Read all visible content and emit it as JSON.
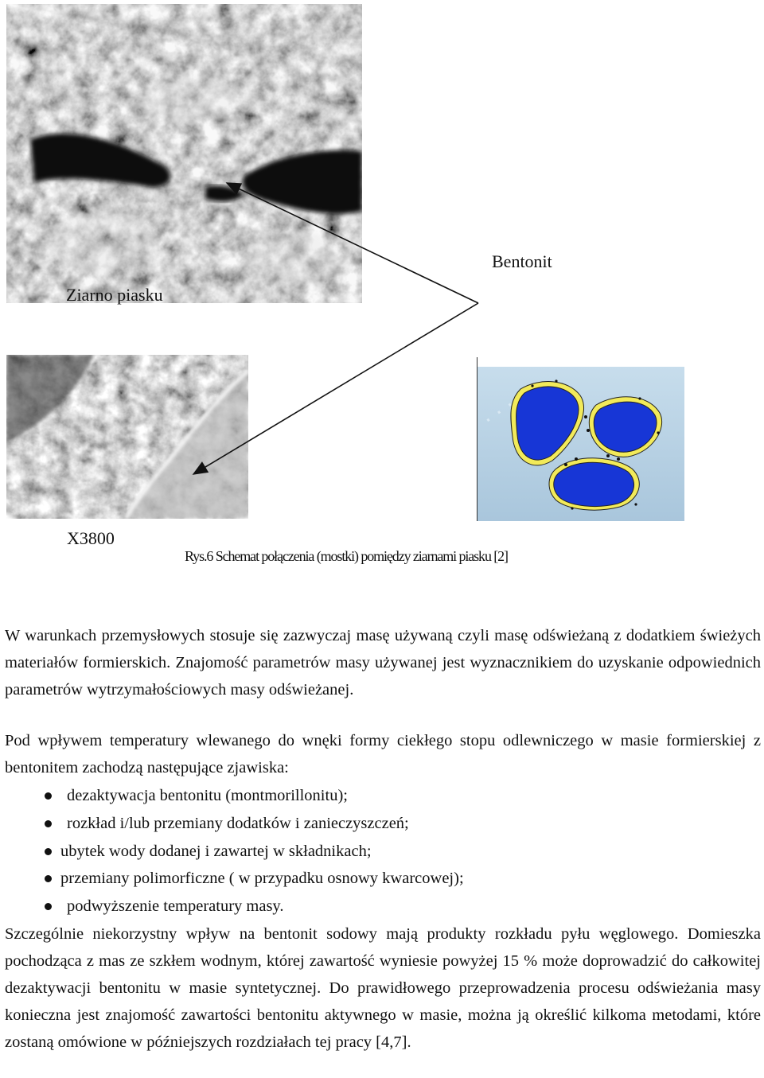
{
  "figure": {
    "label_bentonit": "Bentonit",
    "label_ziarno": "Ziarno piasku",
    "magnification": "X3800",
    "caption": "Rys.6 Schemat połączenia (mostki) pomiędzy ziarnami piasku [2]",
    "colors": {
      "grain_blue": "#1736d6",
      "bentonite_yellow": "#f2ea5a",
      "schematic_bg": "#bcd6e8"
    }
  },
  "body": {
    "paragraph_1": "W warunkach przemysłowych stosuje się zazwyczaj masę używaną czyli masę odświeżaną z dodatkiem świeżych materiałów formierskich. Znajomość parametrów masy używanej jest wyznacznikiem do uzyskanie odpowiednich parametrów wytrzymałościowych masy odświeżanej.",
    "paragraph_2": "Pod wpływem temperatury wlewanego do wnęki formy ciekłego stopu odlewniczego w masie formierskiej z bentonitem zachodzą  następujące zjawiska:",
    "bullets": [
      "dezaktywacja bentonitu (montmorillonitu);",
      "rozkład i/lub przemiany dodatków i zanieczyszczeń;",
      "ubytek wody dodanej i zawartej w składnikach;",
      "przemiany polimorficzne ( w przypadku osnowy kwarcowej);",
      "podwyższenie temperatury masy."
    ],
    "paragraph_3": "Szczególnie niekorzystny wpływ na bentonit sodowy mają produkty rozkładu pyłu węglowego. Domieszka pochodząca  z mas ze szkłem wodnym, której zawartość wyniesie powyżej 15 % może doprowadzić do całkowitej dezaktywacji bentonitu w masie syntetycznej. Do prawidłowego przeprowadzenia procesu odświeżania masy konieczna jest znajomość zawartości bentonitu aktywnego w masie, można ją określić kilkoma metodami, które zostaną omówione w późniejszych rozdziałach tej pracy [4,7]."
  }
}
